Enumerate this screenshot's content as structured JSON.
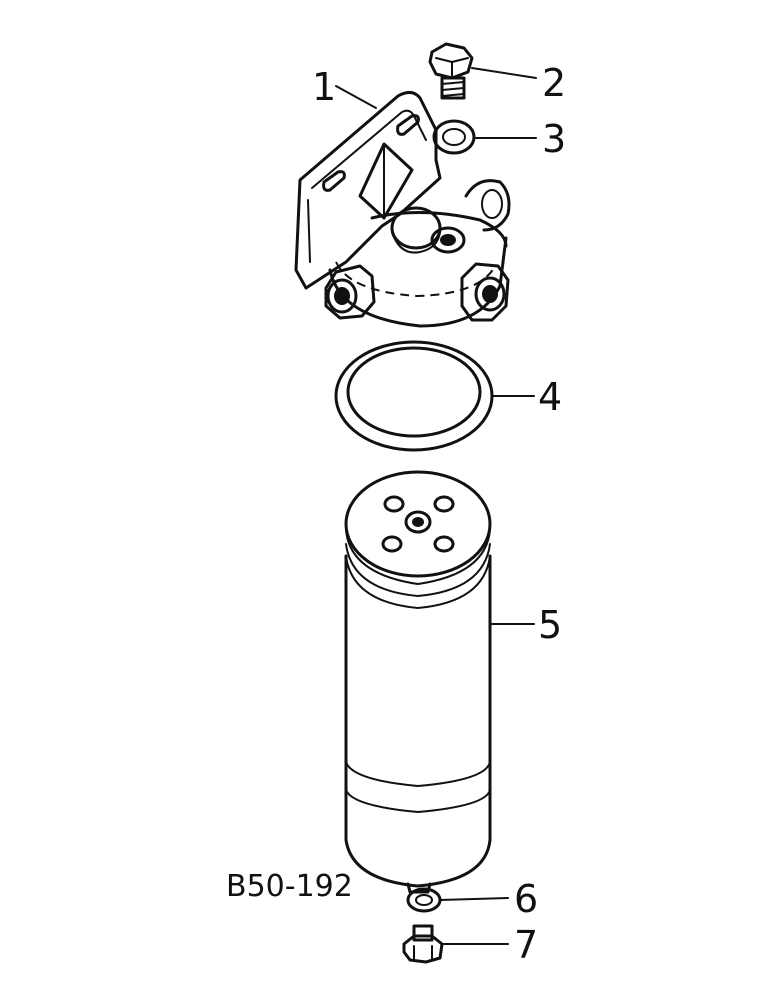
{
  "figure_code": "B50-192",
  "callouts": {
    "c1": "1",
    "c2": "2",
    "c3": "3",
    "c4": "4",
    "c5": "5",
    "c6": "6",
    "c7": "7"
  }
}
